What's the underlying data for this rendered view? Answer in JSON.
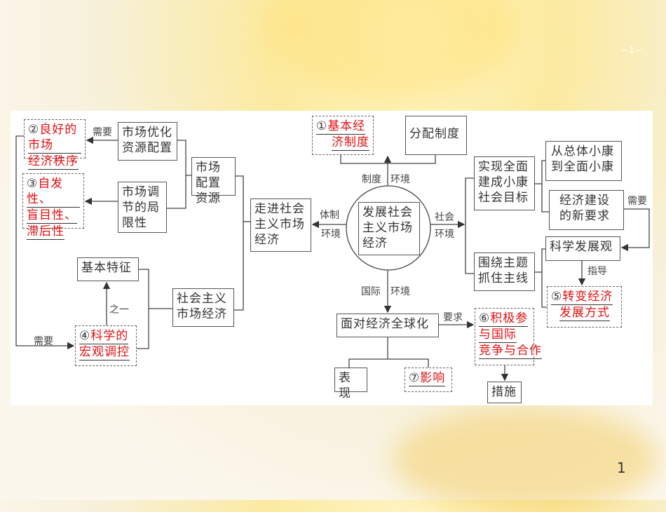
{
  "page_marker": "−1−",
  "page_number": "1",
  "left": {
    "ans2": {
      "num": "②",
      "lines": [
        "良好的市场",
        "经济秩序"
      ]
    },
    "market_optimize": "市场优化资源配置",
    "ans3": {
      "num": "③",
      "lines": [
        "自发性、",
        "盲目性、",
        "滞后性"
      ]
    },
    "market_limit": "市场调节的局限性",
    "market_allocate": "市场配置资源",
    "enter": "走进社会主义市场经济",
    "basic_features": "基本特征",
    "socialist_market": "社会主义市场经济",
    "ans4": {
      "num": "④",
      "lines": [
        "科学的",
        "宏观调控"
      ]
    },
    "need1": "需要",
    "need2": "需要",
    "one_of": "之一"
  },
  "right": {
    "ans1": {
      "num": "①",
      "lines": [
        "基本经",
        "济制度"
      ]
    },
    "distribution": "分配制度",
    "center": "发展社会主义市场经济",
    "sys_env": [
      "制度",
      "环境"
    ],
    "inst_env": [
      "体制",
      "环境"
    ],
    "soc_env": [
      "社会",
      "环境"
    ],
    "intl_env": [
      "国际",
      "环境"
    ],
    "xiaokang_goal": "实现全面建成小康社会目标",
    "from_total": "从总体小康到全面小康",
    "new_req": "经济建设的新要求",
    "need": "需要",
    "sci_dev": "科学发展观",
    "guide": "指导",
    "theme": "围绕主题抓住主线",
    "ans5": {
      "num": "⑤",
      "lines": [
        "转变经济",
        "发展方式"
      ]
    },
    "globalization": "面对经济全球化",
    "require": "要求",
    "ans6": {
      "num": "⑥",
      "lines": [
        "积极参",
        "与国际",
        "竞争与合作"
      ]
    },
    "measures": "措施",
    "manifest": "表现",
    "ans7": {
      "num": "⑦",
      "lines": [
        "影响"
      ]
    }
  }
}
